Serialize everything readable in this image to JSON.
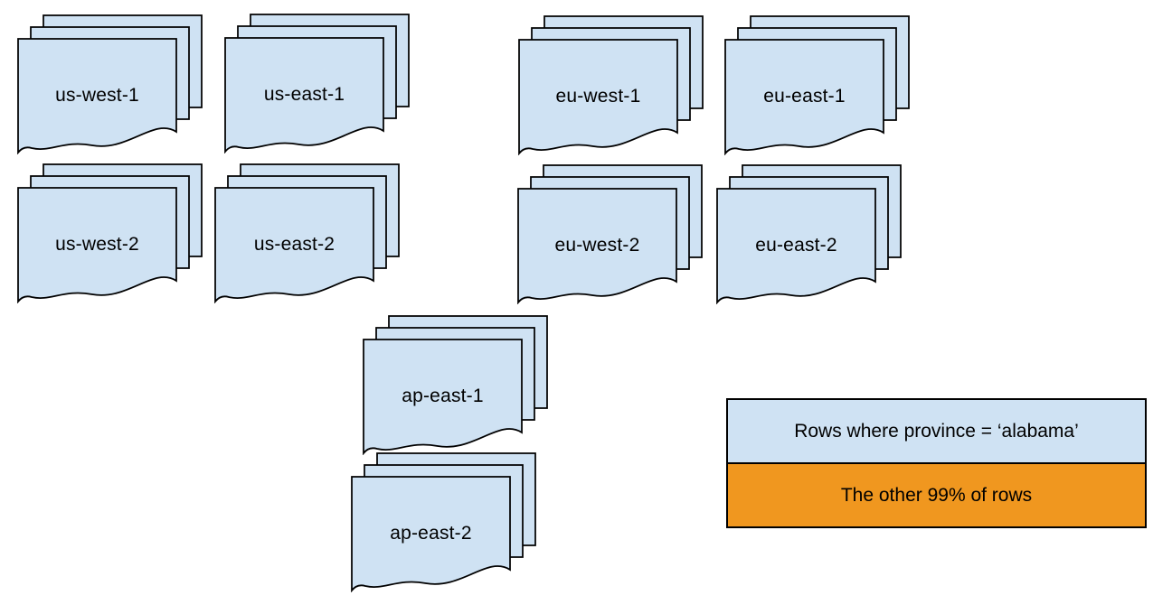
{
  "colors": {
    "background": "#ffffff",
    "light_blue": "#cfe2f3",
    "orange": "#f0971f",
    "stroke": "#000000",
    "text": "#000000"
  },
  "stacks": [
    {
      "label": "us-west-1",
      "variant": "blue"
    },
    {
      "label": "us-east-1",
      "variant": "orange"
    },
    {
      "label": "eu-west-1",
      "variant": "blue"
    },
    {
      "label": "eu-east-1",
      "variant": "blue"
    },
    {
      "label": "us-west-2",
      "variant": "blue"
    },
    {
      "label": "us-east-2",
      "variant": "blue"
    },
    {
      "label": "eu-west-2",
      "variant": "blue"
    },
    {
      "label": "eu-east-2",
      "variant": "blue"
    },
    {
      "label": "ap-east-1",
      "variant": "blue"
    },
    {
      "label": "ap-east-2",
      "variant": "blue"
    }
  ],
  "legend": {
    "rows": [
      {
        "label": "Rows where province = ‘alabama’",
        "variant": "blue"
      },
      {
        "label": "The other 99% of rows",
        "variant": "orange"
      }
    ]
  }
}
